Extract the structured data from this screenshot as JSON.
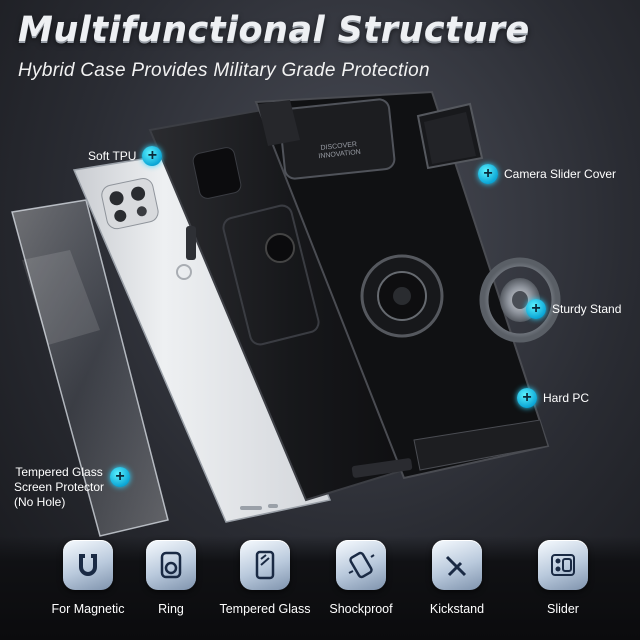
{
  "header": {
    "title": "Multifunctional Structure",
    "subtitle": "Hybrid Case Provides Military Grade Protection"
  },
  "callouts": {
    "soft_tpu": "Soft TPU",
    "camera_slider": "Camera Slider Cover",
    "sturdy_stand": "Sturdy Stand",
    "hard_pc": "Hard PC",
    "tempered_glass_line1": "Tempered Glass",
    "tempered_glass_line2": "Screen Protector",
    "tempered_glass_line3": "(No Hole)"
  },
  "case_print": {
    "line1": "DISCOVER",
    "line2": "INNOVATION"
  },
  "features": [
    {
      "label": "For Magnetic",
      "icon": "magnet-icon"
    },
    {
      "label": "Ring",
      "icon": "ring-icon"
    },
    {
      "label": "Tempered Glass",
      "icon": "tempered-glass-icon"
    },
    {
      "label": "Shockproof",
      "icon": "shockproof-icon"
    },
    {
      "label": "Kickstand",
      "icon": "kickstand-icon"
    },
    {
      "label": "Slider",
      "icon": "slider-icon"
    }
  ],
  "colors": {
    "accent": "#1ec8f0",
    "background": "#2a2c33",
    "case_black": "#141416",
    "phone_silver": "#e4e6e9"
  }
}
